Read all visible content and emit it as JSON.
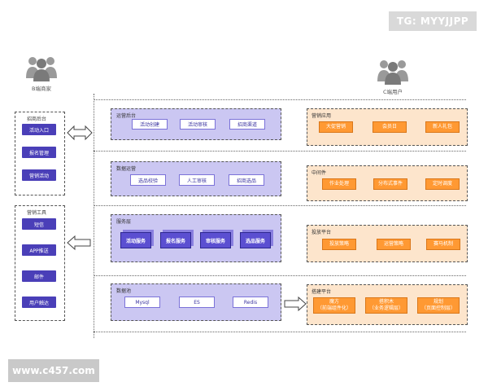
{
  "watermark_top": "TG: MYYJJPP",
  "watermark_bottom": "www.c457.com",
  "actors": {
    "b_label": "B端商家",
    "c_label": "C端用户"
  },
  "left": {
    "group1": {
      "title": "招商后台",
      "items": [
        "活动入口",
        "报名管理",
        "营销活动"
      ]
    },
    "group2": {
      "title": "营销工具",
      "items": [
        "短信",
        "APP推送",
        "邮件",
        "用户触达"
      ]
    }
  },
  "center": {
    "ops": {
      "title": "运营后台",
      "items": [
        "活动创建",
        "活动审核",
        "招商渠道"
      ]
    },
    "data_ops": {
      "title": "数据运营",
      "items": [
        "选品校验",
        "人工审核",
        "招商选品"
      ]
    },
    "service": {
      "title": "服务层",
      "items": [
        "活动服务",
        "报名服务",
        "审核服务",
        "选品服务"
      ]
    },
    "datapool": {
      "title": "数据池",
      "items": [
        "Mysql",
        "ES",
        "Redis"
      ]
    }
  },
  "right": {
    "apps": {
      "title": "营销应用",
      "items": [
        "大促营销",
        "会员日",
        "新人礼包"
      ]
    },
    "middleware": {
      "title": "中间件",
      "items": [
        "作业处理",
        "分布式事件",
        "定时调度"
      ]
    },
    "delivery": {
      "title": "投放平台",
      "items": [
        "投放策略",
        "运营策略",
        "赛马机制"
      ]
    },
    "build": {
      "title": "搭建平台",
      "items": [
        {
          "name": "魔方",
          "sub": "（前端组件化）"
        },
        {
          "name": "搭积木",
          "sub": "（业务逻辑层）"
        },
        {
          "name": "规划",
          "sub": "（页面控制层）"
        }
      ]
    }
  },
  "colors": {
    "purple_panel": "#cbc7f2",
    "orange_panel": "#fde5cc",
    "blue_btn": "#4a3fb8",
    "orange_btn": "#ff9933"
  }
}
